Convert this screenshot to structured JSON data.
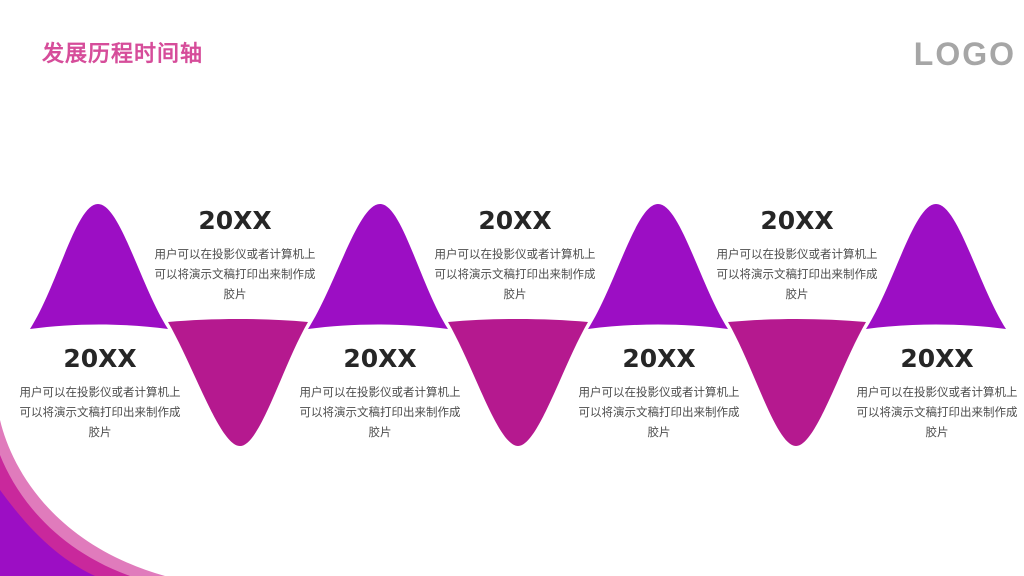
{
  "slide": {
    "title": "发展历程时间轴",
    "logo": "LOGO"
  },
  "colors": {
    "title": "#d64d9a",
    "logo": "#a6a6a6",
    "purple": "#9c0ec4",
    "magenta": "#b5198f",
    "year_text": "#262626",
    "desc_text": "#4d4d4d",
    "corner_light": "#e07bbc",
    "corner_mid": "#c9289c",
    "corner_dark": "#9c0ec4"
  },
  "timeline": {
    "items": [
      {
        "year": "20XX",
        "desc": "用户可以在投影仪或者计算机上可以将演示文稿打印出来制作成胶片"
      },
      {
        "year": "20XX",
        "desc": "用户可以在投影仪或者计算机上可以将演示文稿打印出来制作成胶片"
      },
      {
        "year": "20XX",
        "desc": "用户可以在投影仪或者计算机上可以将演示文稿打印出来制作成胶片"
      },
      {
        "year": "20XX",
        "desc": "用户可以在投影仪或者计算机上可以将演示文稿打印出来制作成胶片"
      },
      {
        "year": "20XX",
        "desc": "用户可以在投影仪或者计算机上可以将演示文稿打印出来制作成胶片"
      },
      {
        "year": "20XX",
        "desc": "用户可以在投影仪或者计算机上可以将演示文稿打印出来制作成胶片"
      },
      {
        "year": "20XX",
        "desc": "用户可以在投影仪或者计算机上可以将演示文稿打印出来制作成胶片"
      }
    ]
  }
}
